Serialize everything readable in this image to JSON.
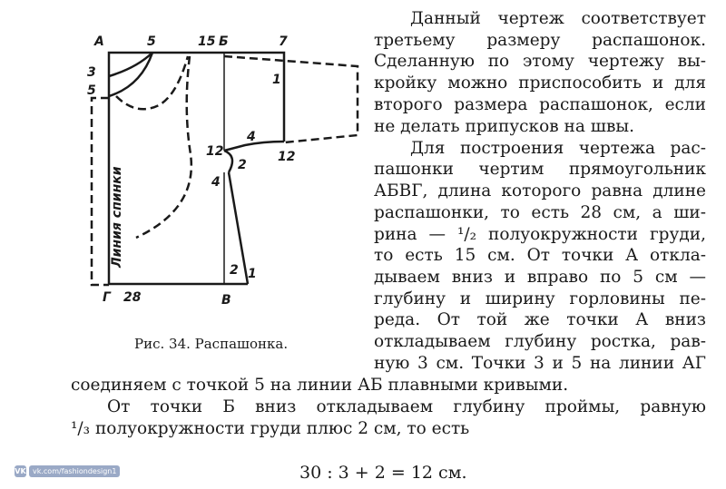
{
  "figure": {
    "caption": "Рис. 34. Распашонка.",
    "labels": {
      "a": "А",
      "p5top": "5",
      "p15": "15",
      "b": "Б",
      "p7": "7",
      "p3": "3",
      "p5left": "5",
      "p1sleeve": "1",
      "p12left": "12",
      "p4top": "4",
      "p2arm": "2",
      "p12right": "12",
      "p4side": "4",
      "p2bottom": "2",
      "p1bottom": "1",
      "g": "Г",
      "p28": "28",
      "v": "В",
      "back_line": "Линия спинки"
    }
  },
  "text": {
    "right_lines": [
      "Данный чертеж соответствует",
      "третьему размеру распашонок.",
      "Сделанную по этому чертежу вы-",
      "кройку можно приспособить и для",
      "второго размера распашонок, если",
      "не делать припусков на швы.",
      "Для построения чертежа рас-",
      "пашонки чертим прямоугольник",
      "АБВГ, длина которого равна длине",
      "распашонки, то есть 28 см, а ши-",
      "рина — ¹/₂ полуокружности груди,",
      "то есть 15 см. От точки А откла-",
      "дываем вниз и вправо по 5 см —",
      "глубину и ширину горловины пе-",
      "реда. От той же точки А вниз",
      "откладываем глубину ростка, рав-",
      "ную 3 см. Точки 3 и 5 на линии АГ"
    ],
    "wide_lines": [
      "соединяем с точкой 5 на линии АБ плавными кривыми.",
      "От точки Б вниз откладываем глубину проймы, равную",
      "¹/₃ полуокружности груди плюс 2 см, то есть"
    ],
    "formula": "30 : 3 + 2 = 12 см."
  },
  "watermark": {
    "icon": "vk-logo",
    "text": "vk.com/fashiondesign1"
  }
}
